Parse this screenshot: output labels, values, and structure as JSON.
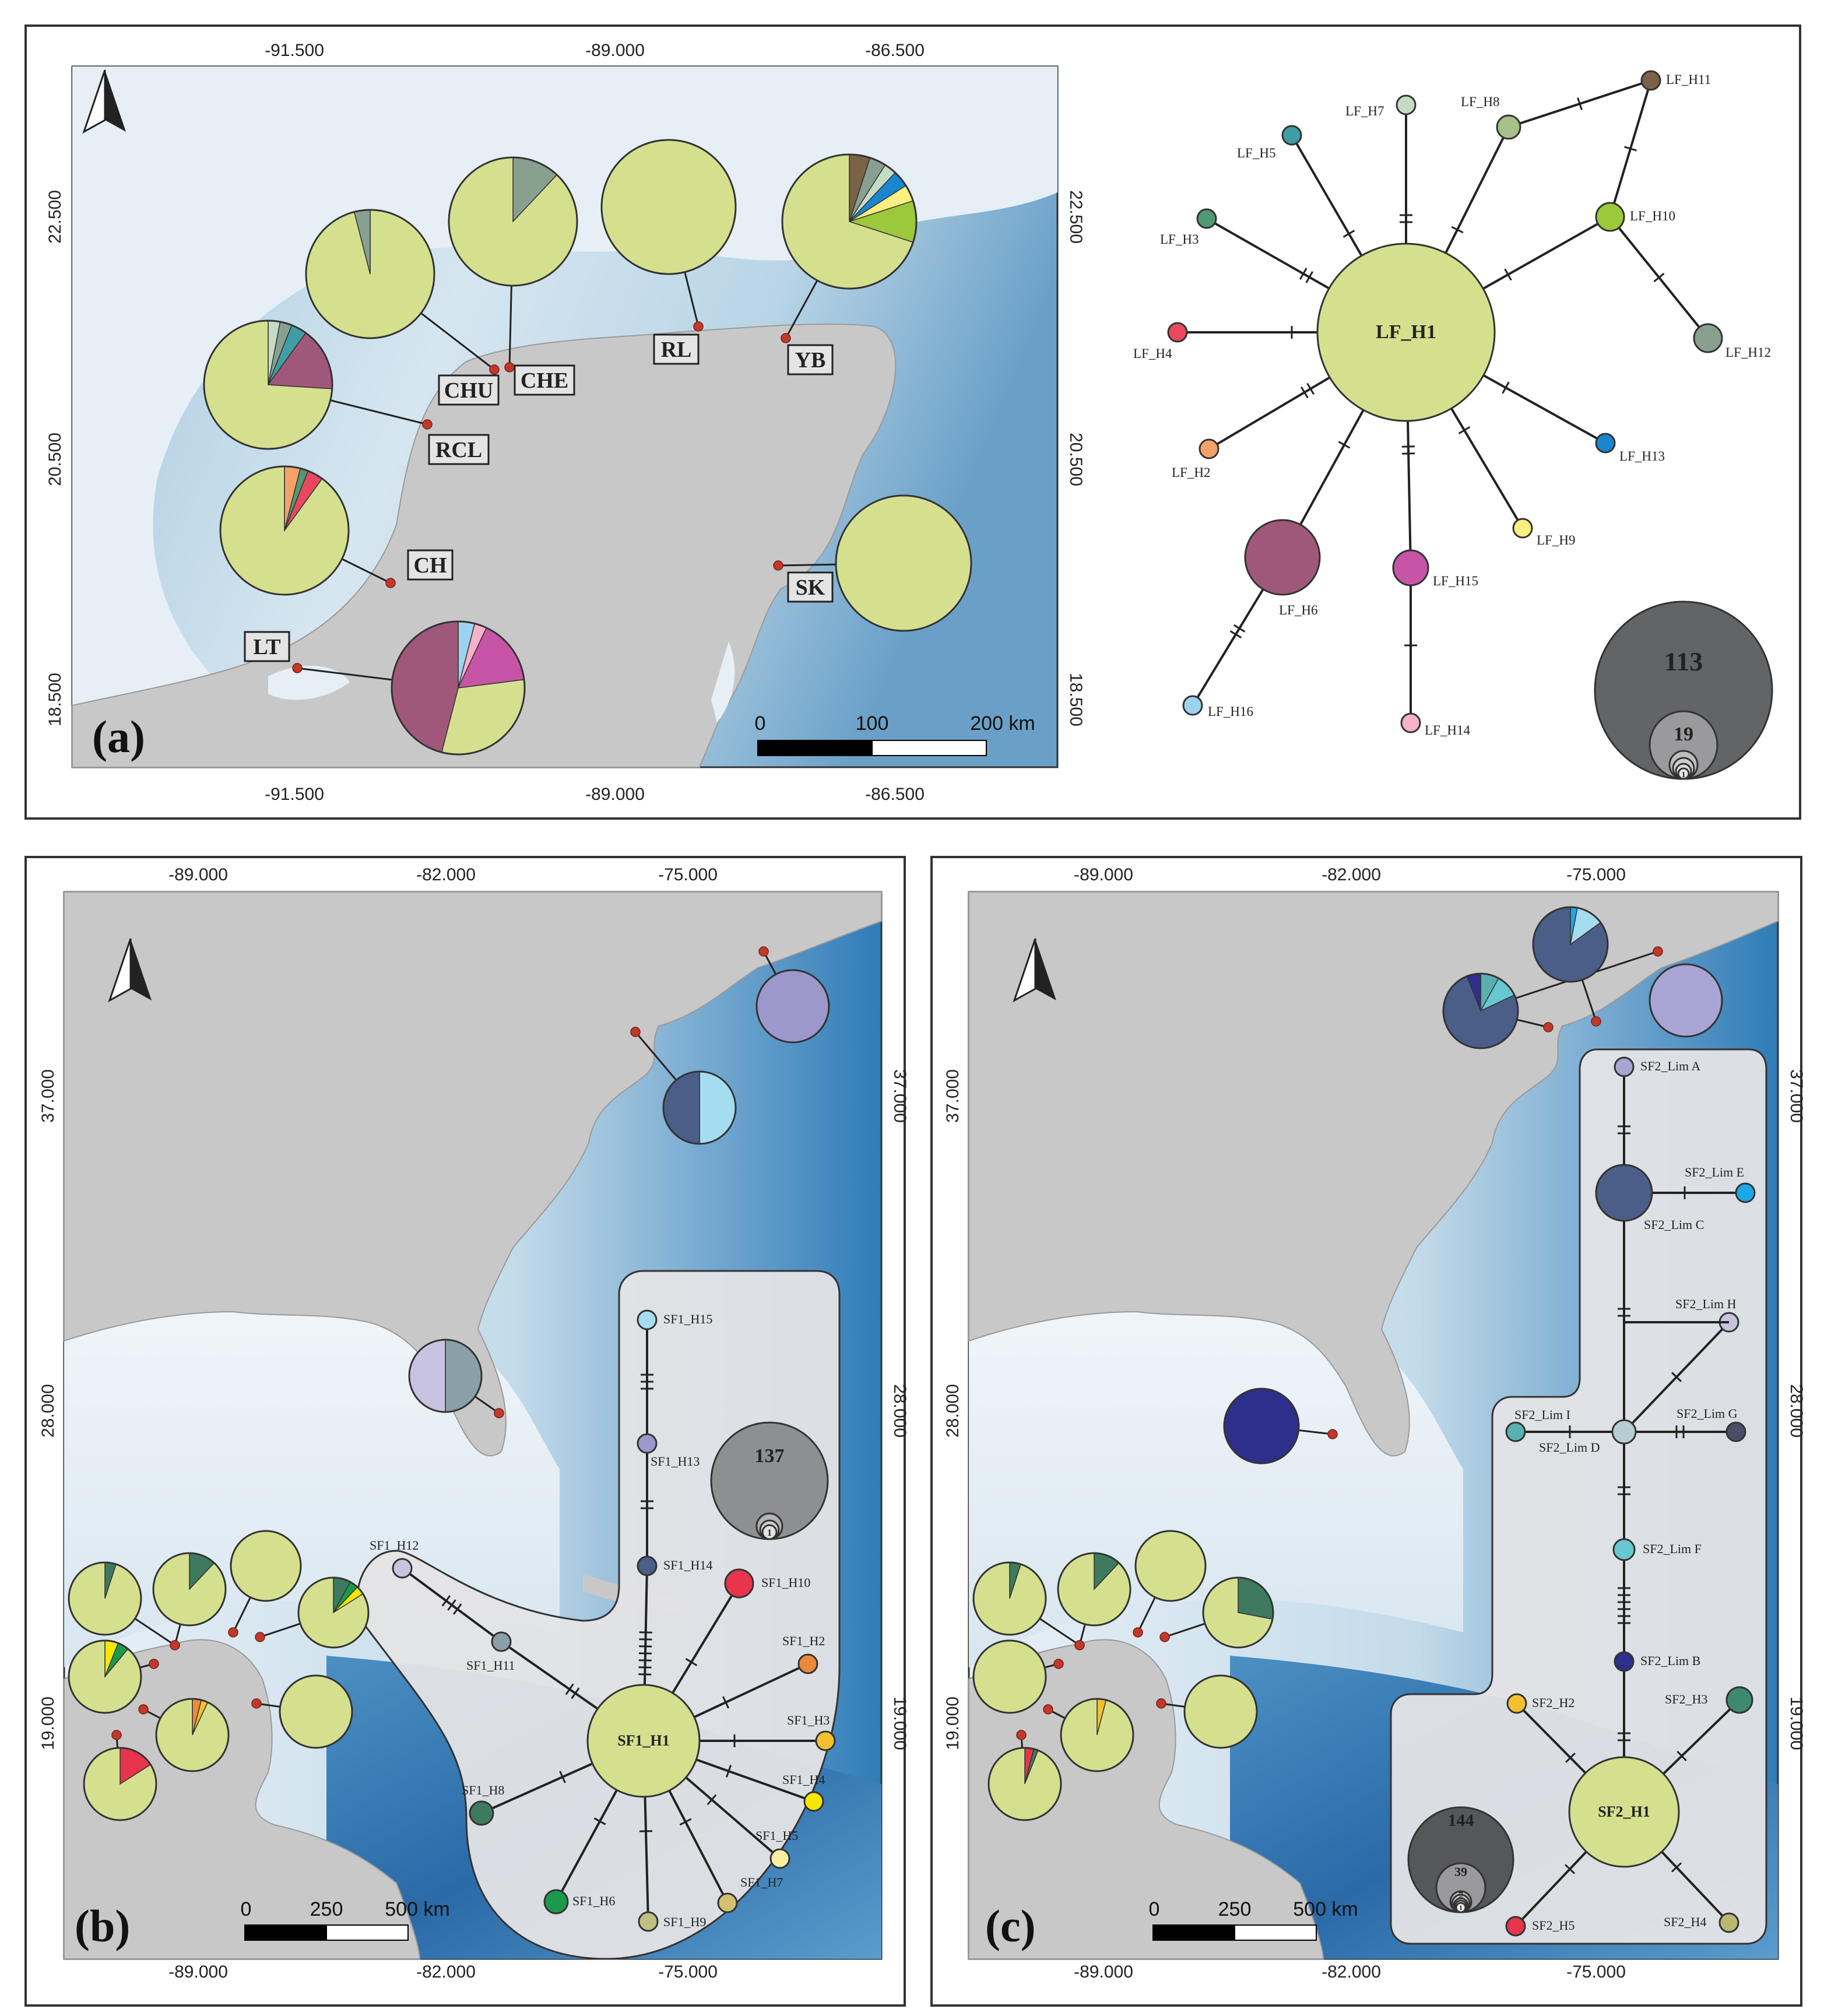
{
  "colors": {
    "light_green": "#d4e08e",
    "maroon": "#a0587a",
    "land": "#c8c8c8",
    "halo": "#e4e4e6"
  },
  "panels": {
    "a": {
      "label": "(a)",
      "x_ticks": [
        "-91.500",
        "-89.000",
        "-86.500"
      ],
      "y_ticks": [
        "22.500",
        "20.500",
        "18.500"
      ],
      "scale_labels": [
        "0",
        "100",
        "200 km"
      ],
      "sites": [
        "CHU",
        "CHE",
        "RL",
        "YB",
        "RCL",
        "CH",
        "SK",
        "LT"
      ],
      "haplotypes": [
        "LF_H1",
        "LF_H2",
        "LF_H3",
        "LF_H4",
        "LF_H5",
        "LF_H6",
        "LF_H7",
        "LF_H8",
        "LF_H9",
        "LF_H10",
        "LF_H11",
        "LF_H12",
        "LF_H13",
        "LF_H14",
        "LF_H15",
        "LF_H16"
      ],
      "haplotype_colors": [
        "#d4e08e",
        "#f4a26a",
        "#4f9a72",
        "#e8495e",
        "#3f9ea4",
        "#a0587a",
        "#c4dcc4",
        "#a8c08a",
        "#faf080",
        "#9cc83c",
        "#7a6248",
        "#88a090",
        "#1a86d0",
        "#f6b2c8",
        "#c854a8",
        "#9cd4f0"
      ],
      "size_legend": [
        "113",
        "19",
        "4",
        "3",
        "2",
        "1"
      ]
    },
    "b": {
      "label": "(b)",
      "x_ticks": [
        "-89.000",
        "-82.000",
        "-75.000"
      ],
      "y_ticks": [
        "37.000",
        "28.000",
        "19.000"
      ],
      "scale_labels": [
        "0",
        "250",
        "500 km"
      ],
      "haplotypes": [
        "SF1_H1",
        "SF1_H2",
        "SF1_H3",
        "SF1_H4",
        "SF1_H5",
        "SF1_H6",
        "SF1_H7",
        "SF1_H8",
        "SF1_H9",
        "SF1_H10",
        "SF1_H11",
        "SF1_H12",
        "SF1_H13",
        "SF1_H14",
        "SF1_H15"
      ],
      "haplotype_colors": [
        "#d4e08e",
        "#ec8a3c",
        "#f4c030",
        "#f4e800",
        "#f8f0a0",
        "#1c9a4c",
        "#d4c070",
        "#3e7a60",
        "#c0c080",
        "#e8344c",
        "#8aa0a8",
        "#c8c4e0",
        "#9c98cc",
        "#4a5e88",
        "#a4dcf0"
      ],
      "size_legend": [
        "137",
        "5",
        "3",
        "1"
      ]
    },
    "c": {
      "label": "(c)",
      "x_ticks": [
        "-89.000",
        "-82.000",
        "-75.000"
      ],
      "y_ticks": [
        "37.000",
        "28.000",
        "19.000"
      ],
      "scale_labels": [
        "0",
        "250",
        "500 km"
      ],
      "haplotypes": [
        "SF2_Lim A",
        "SF2_Lim E",
        "SF2_Lim C",
        "SF2_Lim H",
        "SF2_Lim I",
        "SF2_Lim G",
        "SF2_Lim D",
        "SF2_Lim F",
        "SF2_Lim B",
        "SF2_H2",
        "SF2_H3",
        "SF2_H1",
        "SF2_H5",
        "SF2_H4"
      ],
      "haplotype_colors": [
        "#a8a4d4",
        "#1aa8e8",
        "#4a5e88",
        "#c8c4e0",
        "#5ab0b0",
        "#4a4e68",
        "#b8ccd4",
        "#68c8d0",
        "#2e2e8c",
        "#f4c030",
        "#3e8a70",
        "#d4e08e",
        "#e8344c",
        "#b8b870"
      ],
      "size_legend": [
        "144",
        "39",
        "7",
        "6",
        "4",
        "2",
        "1"
      ]
    }
  }
}
